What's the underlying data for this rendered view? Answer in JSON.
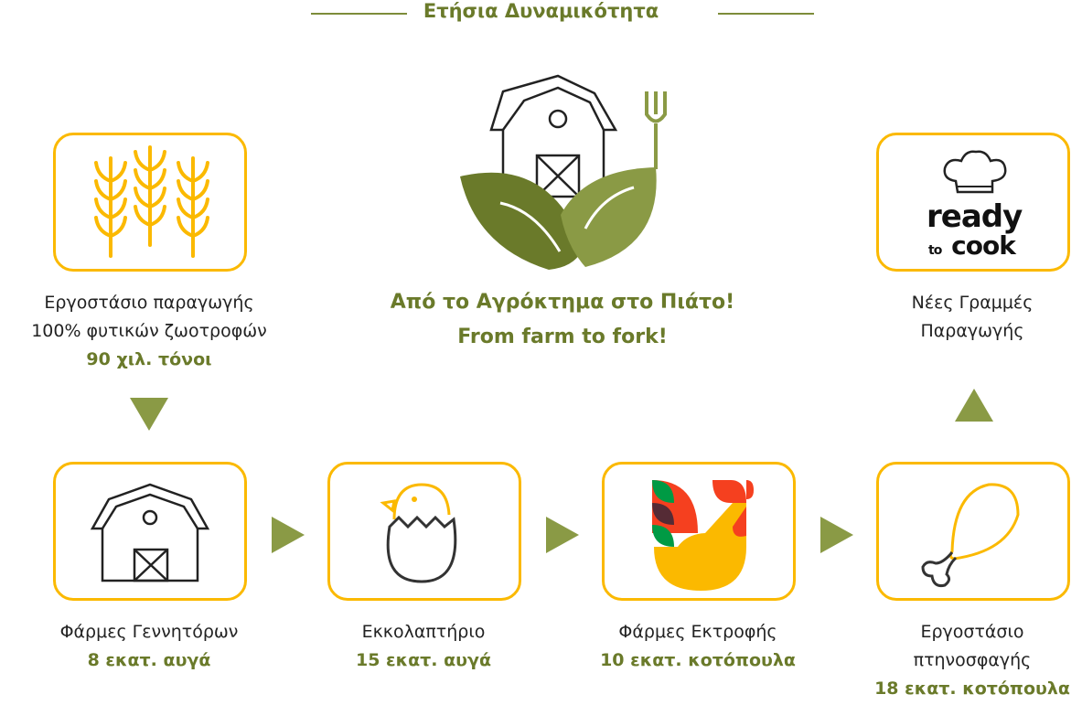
{
  "title": "Ετήσια Δυναμικότητα",
  "center": {
    "line1": "Από το Αγρόκτημα στο Πιάτο!",
    "line2": "From farm to fork!"
  },
  "steps": [
    {
      "name": "Εργοστάσιο παραγωγής",
      "name2": "100% φυτικών ζωοτροφών",
      "value": "90 χιλ. τόνοι",
      "icon": "wheat-icon"
    },
    {
      "name": "Φάρμες Γεννητόρων",
      "value": "8 εκατ. αυγά",
      "icon": "barn-icon"
    },
    {
      "name": "Εκκολαπτήριο",
      "value": "15 εκατ. αυγά",
      "icon": "hatching-chick-icon"
    },
    {
      "name": "Φάρμες Εκτροφής",
      "value": "10 εκατ. κοτόπουλα",
      "icon": "rooster-icon"
    },
    {
      "name": "Εργοστάσιο",
      "name2": "πτηνοσφαγής",
      "value": "18 εκατ. κοτόπουλα",
      "icon": "chicken-leg-icon"
    },
    {
      "name": "Νέες Γραμμές",
      "name2": "Παραγωγής",
      "icon": "chef-hat-icon",
      "logo_text1": "ready",
      "logo_text2": "to",
      "logo_text3": "cook"
    }
  ],
  "colors": {
    "olive": "#6a7a2a",
    "yellow": "#fbb900",
    "arrow": "#8a9a45"
  }
}
